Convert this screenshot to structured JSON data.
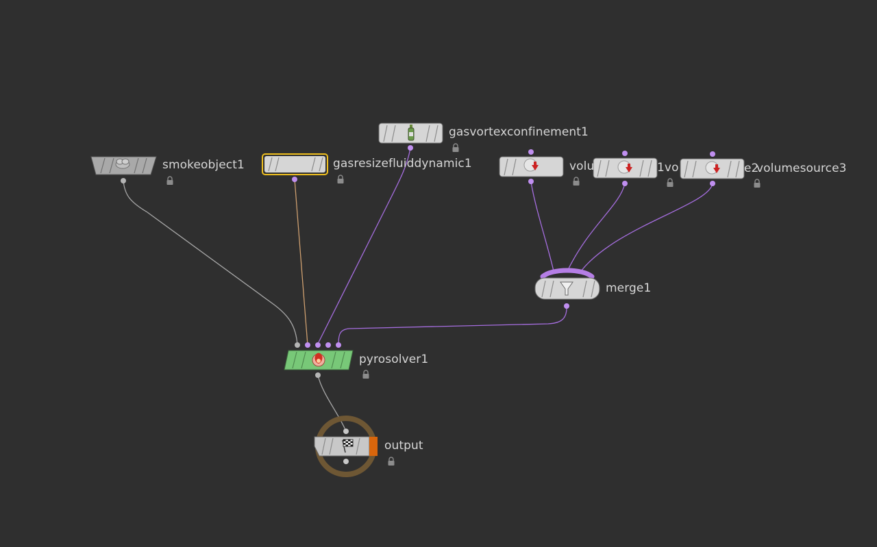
{
  "colors": {
    "background": "#2f2f2f",
    "node_fill": "#d6d6d6",
    "node_fill_dark": "#a9a9a9",
    "selected_outline": "#f0c020",
    "solver_fill": "#78c878",
    "merge_bar": "#b57ee6",
    "output_ring": "#6e5734",
    "output_flag": "#d9660c",
    "wire_default": "#a9a9a9",
    "wire_purple": "#a66ee0",
    "wire_orange": "#cfa070",
    "text": "#d7d7d7"
  },
  "nodes": {
    "smokeobject": {
      "name": "smokeobject1",
      "icon": "smoke-cloud-icon"
    },
    "gasresize": {
      "name": "gasresizefluiddynamic1",
      "icon": "none"
    },
    "gasvortex": {
      "name": "gasvortexconfinement1",
      "icon": "bottle-icon"
    },
    "volumesource1": {
      "name": "volu",
      "icon": "volume-source-icon"
    },
    "volumesource2": {
      "name": "1vo",
      "icon": "volume-source-icon"
    },
    "volumesource3": {
      "name": "e2",
      "overlap_name": "volumesource3",
      "icon": "volume-source-icon"
    },
    "merge": {
      "name": "merge1",
      "icon": "funnel-icon"
    },
    "pyrosolver": {
      "name": "pyrosolver1",
      "icon": "fire-icon"
    },
    "output": {
      "name": "output",
      "icon": "checkered-flag-icon"
    }
  }
}
